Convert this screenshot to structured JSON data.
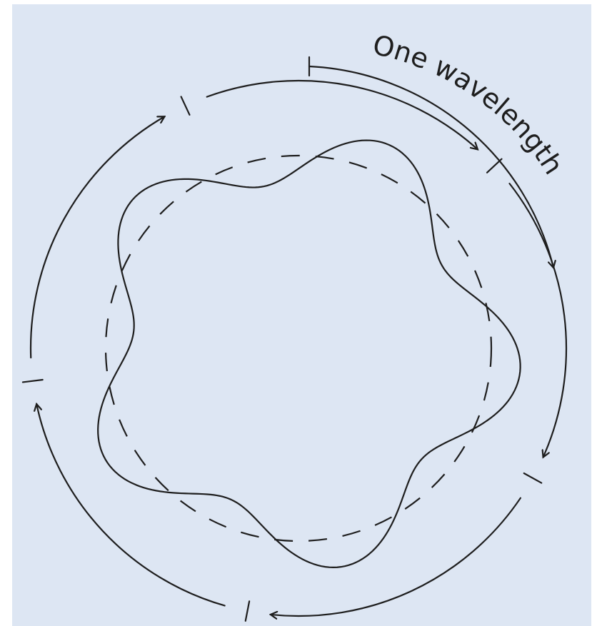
{
  "diagram": {
    "wavelength_label": "One wavelength",
    "wave_cycles": 5,
    "colors": {
      "background": "#dde6f3",
      "ink": "#1e1e1e"
    },
    "elements": {
      "outer_arrows": "five-arc-arrows-clockwise",
      "standing_wave": "solid-wavy-closed-loop",
      "reference_orbit": "dashed-circle"
    }
  }
}
